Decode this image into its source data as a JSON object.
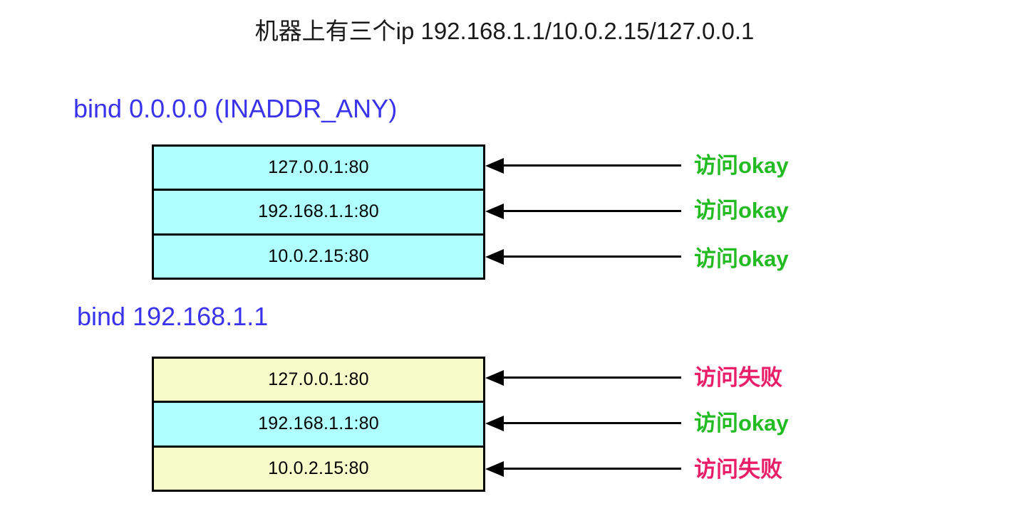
{
  "title": "机器上有三个ip 192.168.1.1/10.0.2.15/127.0.0.1",
  "colors": {
    "bind_header": "#3a33ee",
    "row_bound": "#aefffe",
    "row_unbound": "#f7fbca",
    "result_okay": "#22bb22",
    "result_fail": "#ea1d68",
    "border": "#000000",
    "background": "#ffffff"
  },
  "sections": [
    {
      "header": "bind 0.0.0.0 (INADDR_ANY)",
      "rows": [
        {
          "endpoint": "127.0.0.1:80",
          "fill": "cyan",
          "result": "访问okay",
          "result_kind": "okay"
        },
        {
          "endpoint": "192.168.1.1:80",
          "fill": "cyan",
          "result": "访问okay",
          "result_kind": "okay"
        },
        {
          "endpoint": "10.0.2.15:80",
          "fill": "cyan",
          "result": "访问okay",
          "result_kind": "okay"
        }
      ]
    },
    {
      "header": "bind 192.168.1.1",
      "rows": [
        {
          "endpoint": "127.0.0.1:80",
          "fill": "yellow",
          "result": "访问失败",
          "result_kind": "fail"
        },
        {
          "endpoint": "192.168.1.1:80",
          "fill": "cyan",
          "result": "访问okay",
          "result_kind": "okay"
        },
        {
          "endpoint": "10.0.2.15:80",
          "fill": "yellow",
          "result": "访问失败",
          "result_kind": "fail"
        }
      ]
    }
  ],
  "icons": {
    "arrow": "arrow-left-icon"
  }
}
